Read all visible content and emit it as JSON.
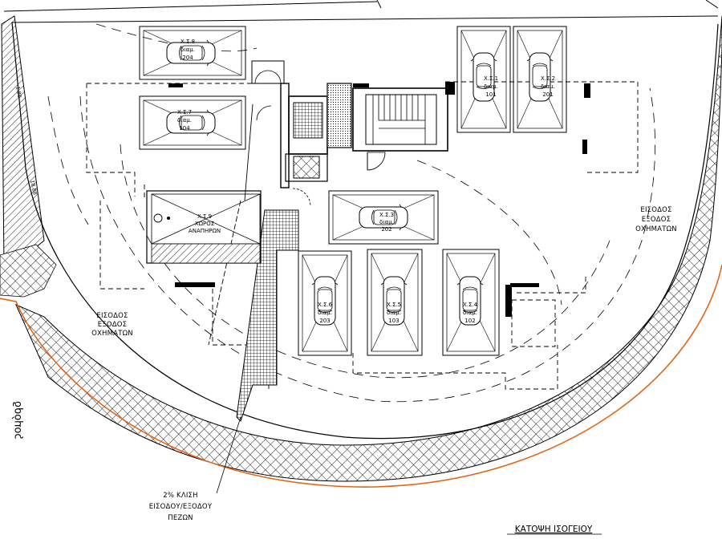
{
  "title": "ΚΑΤΟΨΗ ΙΣΟΓΕΙΟΥ",
  "entrance_left": [
    "ΕΙΣΟΔΟΣ",
    "ΕΞΟΔΟΣ",
    "ΟΧΗΜΑΤΩΝ"
  ],
  "entrance_right": [
    "ΕΙΣΟΔΟΣ",
    "ΕΞΟΔΟΣ",
    "ΟΧΗΜΑΤΩΝ"
  ],
  "ramp_note": [
    "2% ΚΛΙΣΗ",
    "ΕΙΣΟΔΟΥ/ΕΞΟΔΟΥ",
    "ΠΕΖΩΝ"
  ],
  "road_label": "δρόμος",
  "storage": {
    "line1": "Χ.Σ.9",
    "line2": "ΧΩΡΟΣ",
    "line3": "ΑΝΑΠΗΡΩΝ"
  },
  "boundary_marks": [
    "1.80",
    "18.88"
  ],
  "parking_spaces": [
    {
      "code": "Χ.Σ.8",
      "unit": "διαμ.",
      "number": "204"
    },
    {
      "code": "Χ.Σ.7",
      "unit": "διαμ.",
      "number": "104"
    },
    {
      "code": "Χ.Σ.1",
      "unit": "διαμ.",
      "number": "101"
    },
    {
      "code": "Χ.Σ.2",
      "unit": "διαμ.",
      "number": "201"
    },
    {
      "code": "Χ.Σ.3",
      "unit": "διαμ.",
      "number": "202"
    },
    {
      "code": "Χ.Σ.6",
      "unit": "διαμ.",
      "number": "203"
    },
    {
      "code": "Χ.Σ.5",
      "unit": "διαμ.",
      "number": "103"
    },
    {
      "code": "Χ.Σ.4",
      "unit": "διαμ.",
      "number": "102"
    }
  ]
}
